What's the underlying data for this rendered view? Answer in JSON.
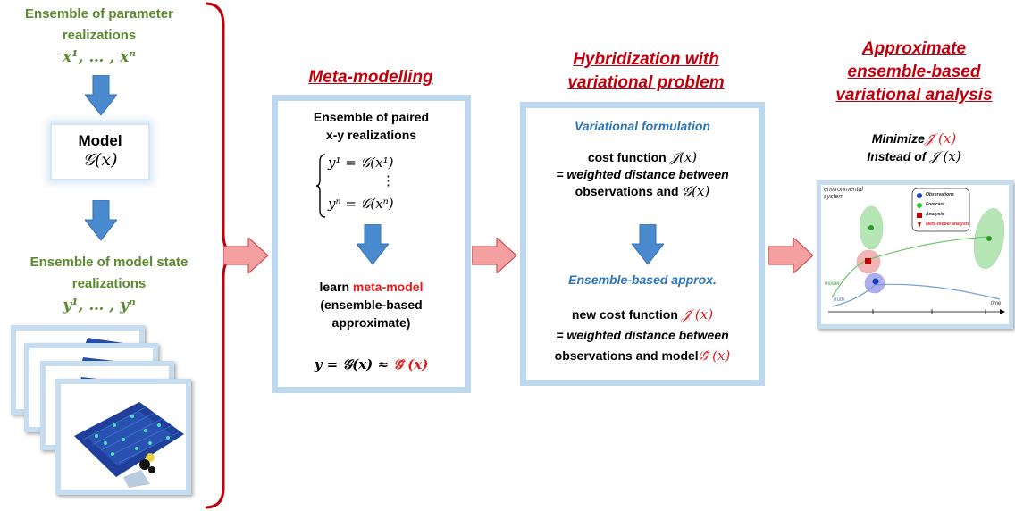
{
  "left": {
    "ensemble_param_title_line1": "Ensemble of parameter",
    "ensemble_param_title_line2": "realizations",
    "param_formula": "x¹, … , xⁿ",
    "model_title": "Model",
    "model_formula": "𝒢(x)",
    "ensemble_state_title_line1": "Ensemble of model state",
    "ensemble_state_title_line2": "realizations",
    "state_formula": "y¹, … , yⁿ"
  },
  "meta": {
    "title": "Meta-modelling",
    "paired_line1": "Ensemble of paired",
    "paired_line2": "x-y realizations",
    "eq1": "y¹ = 𝒢(x¹)",
    "vdots": "⋮",
    "eq2": "yⁿ = 𝒢(xⁿ)",
    "learn_prefix": "learn ",
    "learn_highlight": "meta-model",
    "learn_line2": "(ensemble-based",
    "learn_line3": "approximate)",
    "approx_left": "y = 𝒢(x) ≈ ",
    "approx_right": "𝒢̃ (x)"
  },
  "hybrid": {
    "title_line1": "Hybridization with",
    "title_line2": "variational problem",
    "var_form": "Variational formulation",
    "cost_label": "cost function ",
    "cost_symbol": "𝒥(x)",
    "weighted_line1": "= weighted distance between",
    "weighted_line2": "observations and ",
    "weighted_symbol": "𝒢(x)",
    "ens_approx": "Ensemble-based approx.",
    "new_cost_label": "new cost function ",
    "new_cost_symbol": "𝒥̃ (x)",
    "new_weighted_line1": "= weighted distance between",
    "new_weighted_line2": "observations and model",
    "new_weighted_symbol": "𝒢̃ (x)"
  },
  "right": {
    "title_line1": "Approximate",
    "title_line2": "ensemble-based",
    "title_line3": "variational analysis",
    "min_prefix": "Minimize",
    "min_symbol": "𝒥̃ (x)",
    "instead_prefix": "Instead of ",
    "instead_symbol": "𝒥 (x)"
  },
  "mini_plot": {
    "system_label_line1": "environmental",
    "system_label_line2": "system",
    "legend": [
      "Observations",
      "Forecast",
      "Analysis",
      "Meta-model analysis"
    ],
    "model_label": "model",
    "truth_label": "truth",
    "time_label": "time"
  },
  "colors": {
    "panel_border": "#bdd7ee",
    "arrow_blue": "#4a8bd0",
    "arrow_red": "#f4a0a0",
    "brace_red": "#c0000c",
    "green_text": "#5b8a2e",
    "blue_text": "#2e75b6",
    "red_text": "#e31a1c"
  }
}
